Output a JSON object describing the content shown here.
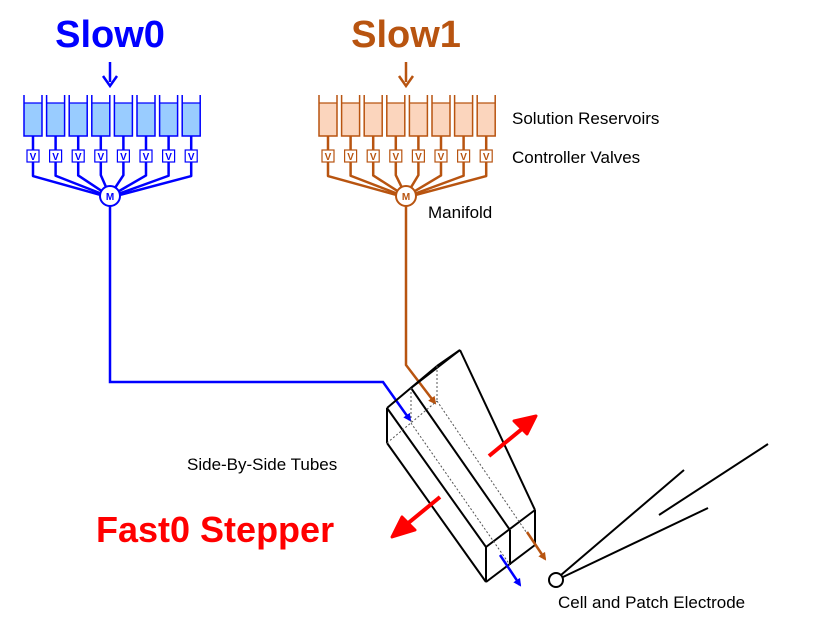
{
  "colors": {
    "slow0": "#0000ff",
    "slow0_fill": "#99ccff",
    "slow1": "#b85410",
    "slow1_fill": "#fbd5bd",
    "fast": "#ff0000",
    "ink": "#000000"
  },
  "slow0": {
    "title": "Slow0",
    "valve_label": "V",
    "manifold_label": "M",
    "reservoir_count": 8
  },
  "slow1": {
    "title": "Slow1",
    "valve_label": "V",
    "manifold_label": "M",
    "reservoir_count": 8
  },
  "labels": {
    "reservoirs": "Solution Reservoirs",
    "valves": "Controller Valves",
    "manifold": "Manifold",
    "tubes": "Side-By-Side Tubes",
    "fast": "Fast0 Stepper",
    "cell": "Cell and Patch Electrode"
  }
}
